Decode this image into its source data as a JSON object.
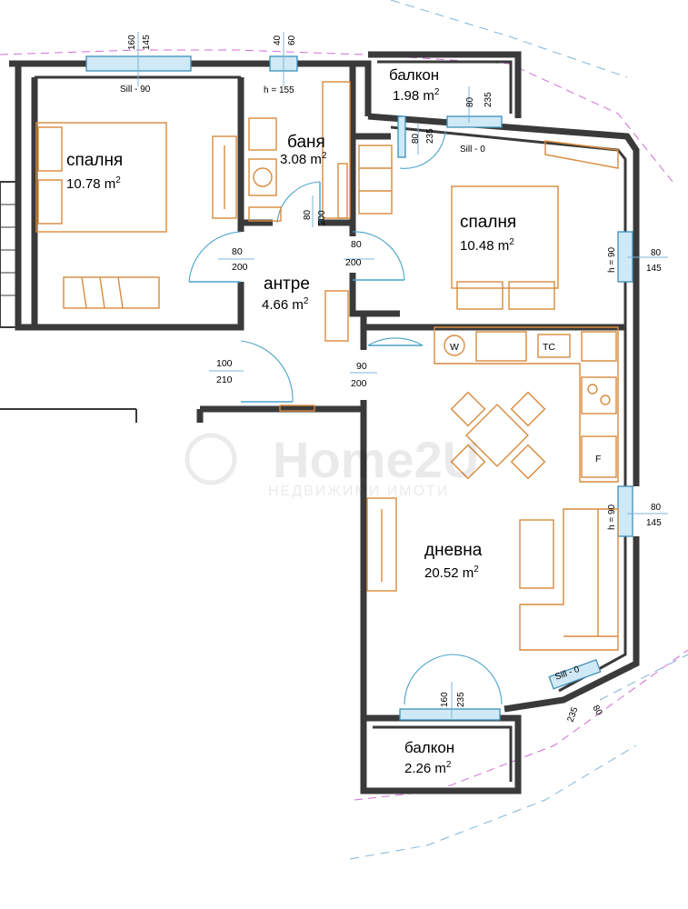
{
  "rooms": [
    {
      "id": "bedroom-1",
      "name": "спалня",
      "area": "10.78 m",
      "unit_sup": "2"
    },
    {
      "id": "bathroom",
      "name": "баня",
      "area": "3.08 m",
      "unit_sup": "2"
    },
    {
      "id": "balcony-1",
      "name": "балкон",
      "area": "1.98 m",
      "unit_sup": "2"
    },
    {
      "id": "bedroom-2",
      "name": "спалня",
      "area": "10.48 m",
      "unit_sup": "2"
    },
    {
      "id": "hallway",
      "name": "антре",
      "area": "4.66 m",
      "unit_sup": "2"
    },
    {
      "id": "living",
      "name": "дневна",
      "area": "20.52 m",
      "unit_sup": "2"
    },
    {
      "id": "balcony-2",
      "name": "балкон",
      "area": "2.26 m",
      "unit_sup": "2"
    }
  ],
  "dimensions": {
    "win_top_a": "160",
    "win_top_b": "145",
    "win_bath_a": "40",
    "win_bath_b": "60",
    "sill_bed1": "Sill - 90",
    "bath_h": "h = 155",
    "bal1_door_a": "80",
    "bal1_door_b": "235",
    "bal1_door2_a": "80",
    "bal1_door2_b": "235",
    "sill_bal1": "Sill - 0",
    "bath_door_a": "80",
    "bath_door_b": "200",
    "bed1_door_a": "80",
    "bed1_door_b": "200",
    "bed2_door_a": "80",
    "bed2_door_b": "200",
    "bed2_win_h": "h = 90",
    "bed2_win_a": "80",
    "bed2_win_b": "145",
    "entry_door_a": "100",
    "entry_door_b": "210",
    "living_door_a": "90",
    "living_door_b": "200",
    "living_win_h": "h = 90",
    "living_win_a": "80",
    "living_win_b": "145",
    "bal2_door_a": "160",
    "bal2_door_b": "235",
    "sill_corner": "Sill - 0",
    "corner_a": "80",
    "corner_b": "235"
  },
  "fixtures": {
    "washer": "W",
    "stove": "TC",
    "fridge": "F"
  },
  "watermark": {
    "brand": "Home2U",
    "tagline": "НЕДВИЖИМИ ИМОТИ"
  },
  "colors": {
    "wall": "#3a3a3a",
    "furniture": "#d98a3c",
    "door": "#4aa3c9",
    "window": "#cfe9f6"
  }
}
